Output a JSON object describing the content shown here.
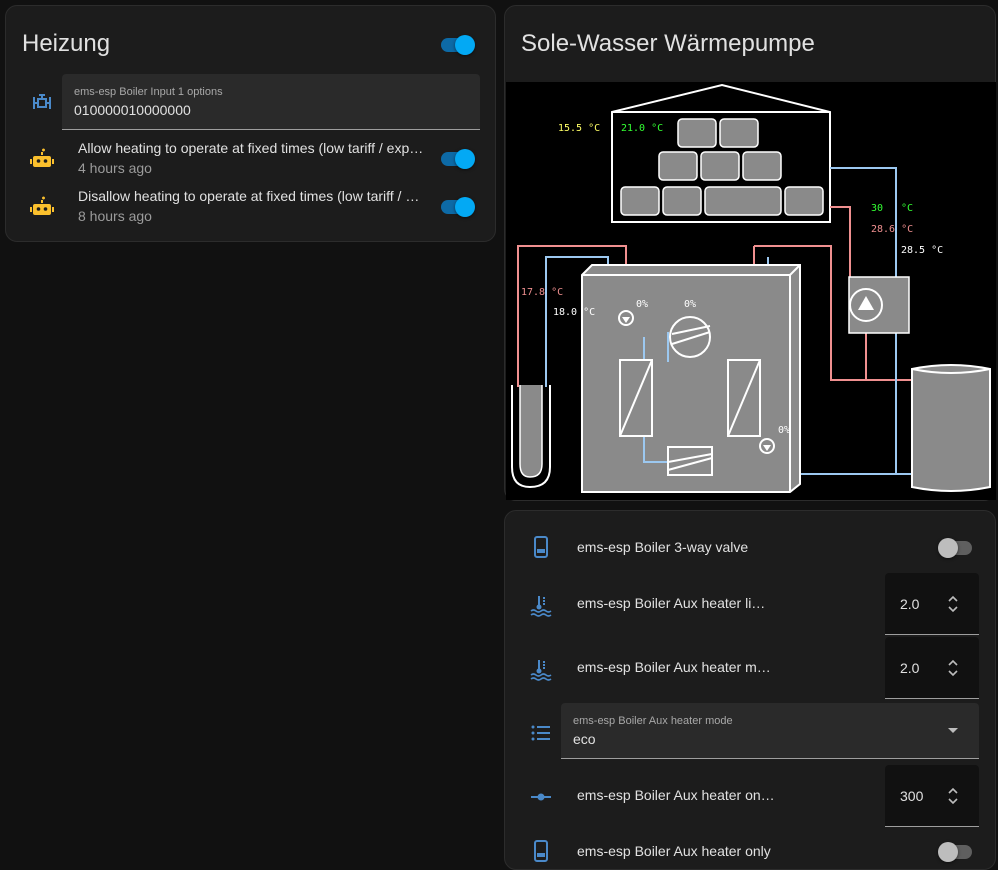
{
  "heizung": {
    "title": "Heizung",
    "master_toggle": true,
    "input_field": {
      "label": "ems-esp Boiler Input 1 options",
      "value": "010000010000000"
    },
    "automations": [
      {
        "label": "Allow heating to operate at fixed times (low tariff / exp…",
        "time": "4 hours ago",
        "on": true
      },
      {
        "label": "Disallow heating to operate at fixed times (low tariff / …",
        "time": "8 hours ago",
        "on": true
      }
    ]
  },
  "heatpump": {
    "title": "Sole-Wasser Wärmepumpe",
    "readings": {
      "outdoor": "15.5 °C",
      "indoor": "21.0 °C",
      "supply_30": "30",
      "supply_30_unit": "°C",
      "return": "28.6 °C",
      "flow": "28.5 °C",
      "brine_in": "17.8 °C",
      "brine_out": "18.0 °C",
      "pump_brine": "0%",
      "compressor": "0%",
      "pump_heat": "0%"
    },
    "colors": {
      "warm": "#f09090",
      "cold": "#9cc8f0",
      "yellow": "#ffff66",
      "green": "#33ff33"
    }
  },
  "entities": {
    "three_way_valve": {
      "label": "ems-esp Boiler 3-way valve",
      "on": false
    },
    "aux_heater_limit": {
      "label": "ems-esp Boiler Aux heater li…",
      "value": "2.0"
    },
    "aux_heater_max": {
      "label": "ems-esp Boiler Aux heater m…",
      "value": "2.0"
    },
    "aux_heater_mode": {
      "label": "ems-esp Boiler Aux heater mode",
      "value": "eco"
    },
    "aux_heater_on": {
      "label": "ems-esp Boiler Aux heater on…",
      "value": "300"
    },
    "aux_heater_only": {
      "label": "ems-esp Boiler Aux heater only",
      "on": false
    }
  }
}
